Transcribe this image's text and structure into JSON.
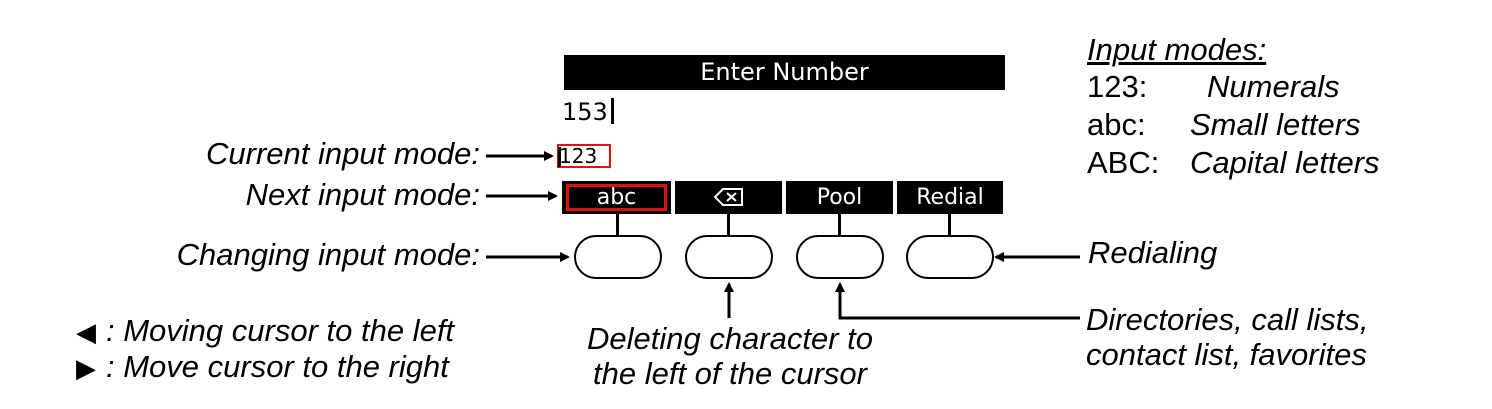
{
  "display": {
    "title": "Enter Number",
    "entered_value": "153",
    "current_mode_indicator": "123",
    "softkeys": [
      {
        "label": "abc",
        "icon": null
      },
      {
        "label": "",
        "icon": "backspace-icon"
      },
      {
        "label": "Pool",
        "icon": null
      },
      {
        "label": "Redial",
        "icon": null
      }
    ]
  },
  "annotations": {
    "current_mode": "Current input mode:",
    "next_mode": "Next input mode:",
    "changing_mode": "Changing input mode:",
    "redialing": "Redialing",
    "deleting_line1": "Deleting character to",
    "deleting_line2": "the left of the cursor",
    "directories_line1": "Directories, call lists,",
    "directories_line2": "contact list, favorites",
    "cursor_left_symbol": "◀",
    "cursor_left_text": ": Moving cursor to the left",
    "cursor_right_symbol": "▶",
    "cursor_right_text": ": Move cursor to the right"
  },
  "input_modes": {
    "title": "Input modes:",
    "rows": [
      {
        "code": "123:",
        "desc": "Numerals"
      },
      {
        "code": "abc:",
        "desc": "Small letters"
      },
      {
        "code": "ABC:",
        "desc": "Capital letters"
      }
    ]
  },
  "colors": {
    "highlight": "#dd1111",
    "display_fg": "#000000"
  }
}
